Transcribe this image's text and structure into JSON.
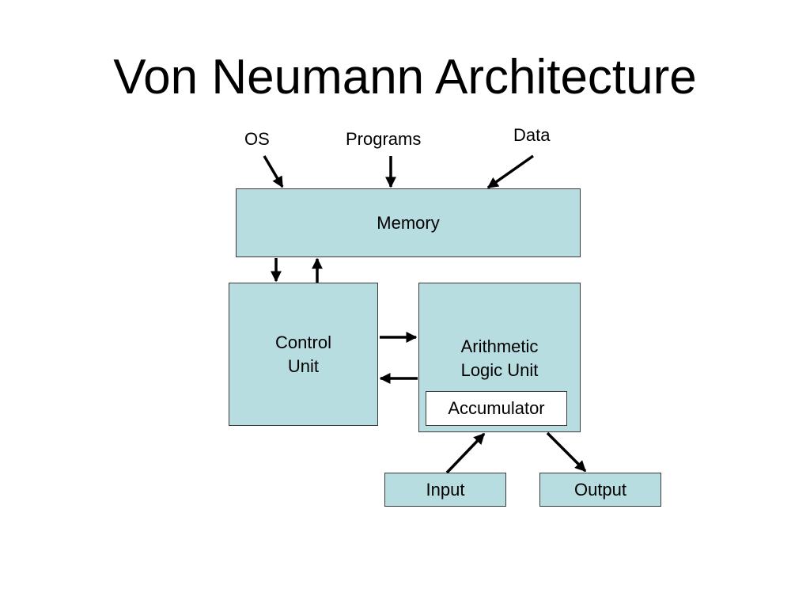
{
  "title": "Von Neumann Architecture",
  "inputs": {
    "os": "OS",
    "programs": "Programs",
    "data": "Data"
  },
  "blocks": {
    "memory": "Memory",
    "control_unit": "Control\nUnit",
    "alu": "Arithmetic\nLogic Unit",
    "accumulator": "Accumulator",
    "input": "Input",
    "output": "Output"
  },
  "colors": {
    "box_fill": "#b7dde0",
    "box_border": "#3b3b3b",
    "arrow": "#000000"
  }
}
